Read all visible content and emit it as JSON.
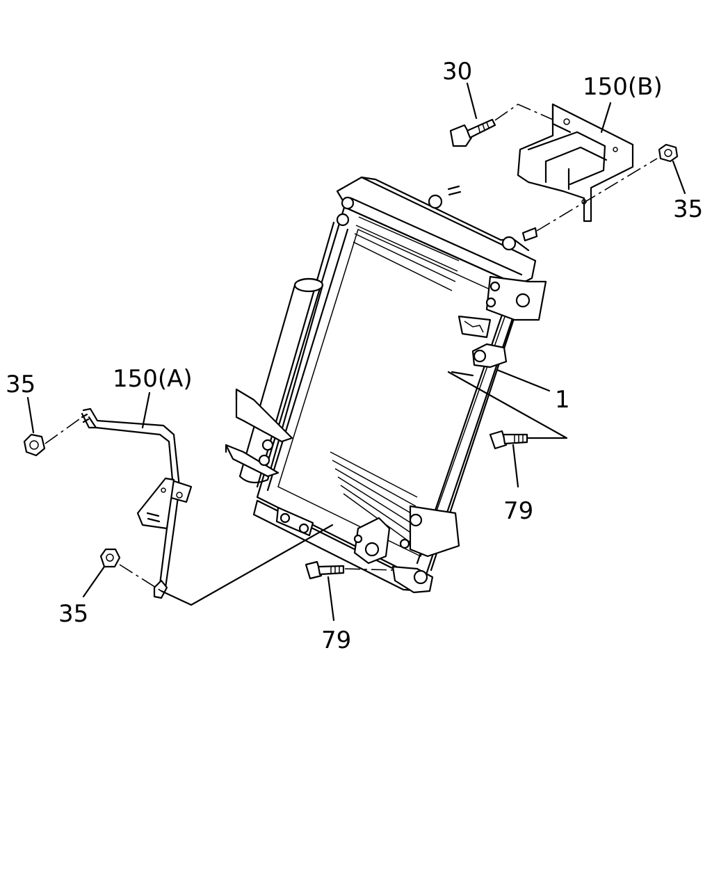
{
  "diagram": {
    "callouts": {
      "c30": "30",
      "c150b": "150(B)",
      "c35_top_right": "35",
      "c35_left_top": "35",
      "c150a": "150(A)",
      "c1": "1",
      "c79_right": "79",
      "c35_left_bottom": "35",
      "c79_bottom": "79"
    }
  }
}
